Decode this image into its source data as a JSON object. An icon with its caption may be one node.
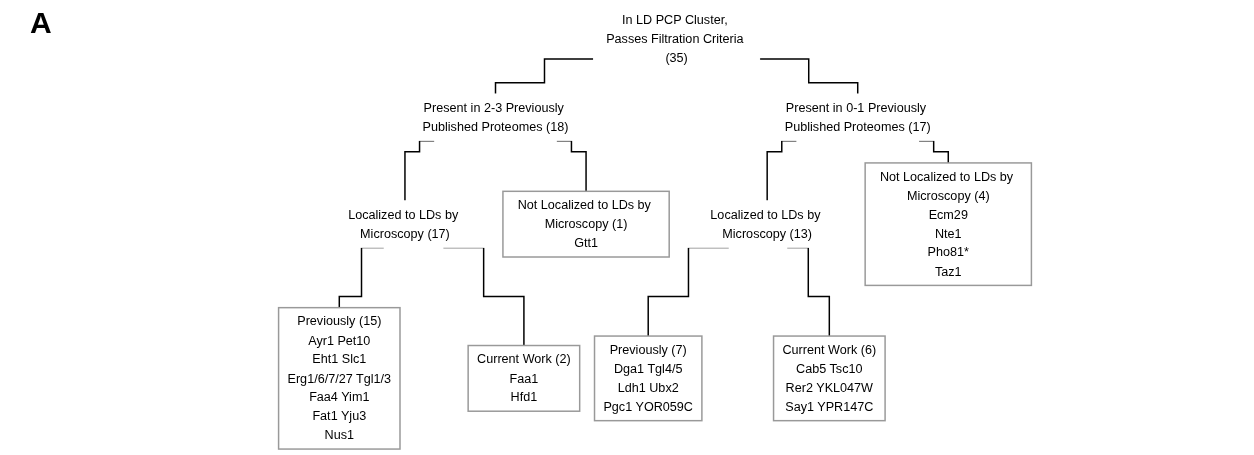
{
  "diagram": {
    "nodes": [
      {
        "text": [
          "In LD PCP Cluster, Passes Filtration Criteria (35)"
        ]
      },
      {
        "text": [
          "Present in 2-3 Previously Published Proteomes (18)"
        ]
      },
      {
        "text": [
          "Present in 0-1 Previously Published Proteomes (17)"
        ]
      },
      {
        "text": [
          "Localized to LDs by Microscopy (17)"
        ]
      },
      {
        "text": [
          "Not Localized to LDs by Microscopy (1)",
          "Gtt1"
        ]
      },
      {
        "text": [
          "Localized to LDs by Microscopy (13)"
        ]
      },
      {
        "text": [
          "Not Localized to LDs by Microscopy (4)",
          "Ecm29",
          "Nte1",
          "Pho81*",
          "Taz1"
        ]
      },
      {
        "text": [
          "Previously (15)",
          "Ayr1",
          "Pet10",
          "Eht1",
          "Slc1",
          "Erg1/6/7/27",
          "Tgl1/3",
          "Faa4",
          "Yim1",
          "Fat1",
          "Yju3",
          "Nus1"
        ]
      },
      {
        "text": [
          "Current Work (2)",
          "Faa1",
          "Hfd1"
        ]
      },
      {
        "text": [
          "Previously (7)",
          "Dga1",
          "Tgl4/5",
          "Ldh1",
          "Ubx2",
          "Pgc1",
          "YOR059C"
        ]
      },
      {
        "text": [
          "Current Work (6)",
          "Cab5",
          "Tsc10",
          "Rer2",
          "YKL047W",
          "Say1",
          "YPR147C"
        ]
      }
    ],
    "edges": [
      {
        "from": 0,
        "to": 1,
        "arrow": "none"
      },
      {
        "from": 0,
        "to": 2,
        "arrow": "none"
      },
      {
        "from": 1,
        "to": 3,
        "arrow": "none"
      },
      {
        "from": 1,
        "to": 4,
        "arrow": "none"
      },
      {
        "from": 2,
        "to": 5,
        "arrow": "none"
      },
      {
        "from": 2,
        "to": 6,
        "arrow": "none"
      },
      {
        "from": 3,
        "to": 7,
        "arrow": "none"
      },
      {
        "from": 3,
        "to": 8,
        "arrow": "none"
      },
      {
        "from": 5,
        "to": 9,
        "arrow": "none"
      },
      {
        "from": 5,
        "to": 10,
        "arrow": "none"
      }
    ],
    "labels": [
      "A"
    ]
  }
}
